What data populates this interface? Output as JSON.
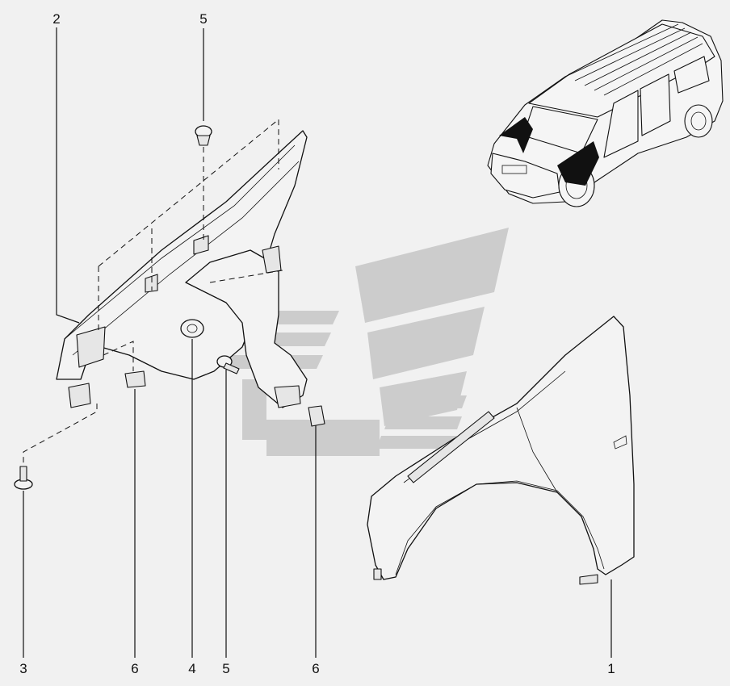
{
  "callouts": [
    {
      "id": "c1",
      "label": "1"
    },
    {
      "id": "c2",
      "label": "2"
    },
    {
      "id": "c3",
      "label": "3"
    },
    {
      "id": "c4",
      "label": "4"
    },
    {
      "id": "c5a",
      "label": "5"
    },
    {
      "id": "c5b",
      "label": "5"
    },
    {
      "id": "c6a",
      "label": "6"
    },
    {
      "id": "c6b",
      "label": "6"
    }
  ],
  "watermark_color": "#c9c9c9",
  "highlight_color": "#111111"
}
